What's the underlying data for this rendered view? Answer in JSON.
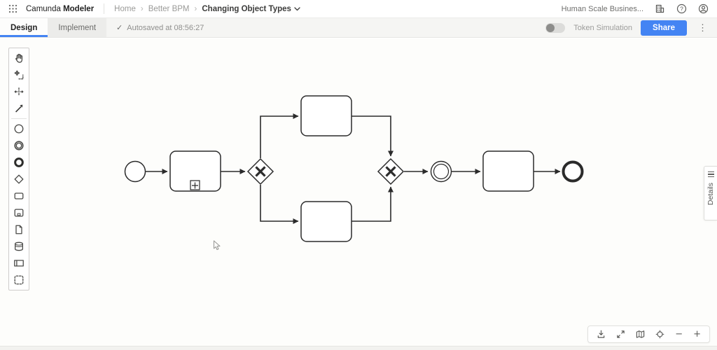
{
  "app": {
    "brand_prefix": "Camunda",
    "brand_suffix": "Modeler"
  },
  "breadcrumb": {
    "sep": "›",
    "items": [
      "Home",
      "Better BPM",
      "Changing Object Types"
    ]
  },
  "top_right": {
    "org": "Human Scale Busines...",
    "help_glyph": "?"
  },
  "tab_bar": {
    "design": "Design",
    "implement": "Implement",
    "autosave_check": "✓",
    "autosave": "Autosaved at 08:56:27",
    "token_simulation": "Token Simulation",
    "share": "Share",
    "kebab": "⋮"
  },
  "palette": {
    "tools": [
      "hand-tool",
      "lasso-tool",
      "space-tool",
      "global-connect-tool",
      "create-start-event",
      "create-intermediate-event",
      "create-end-event",
      "create-gateway",
      "create-task",
      "create-subprocess",
      "create-data-object",
      "create-data-store",
      "create-participant",
      "create-group"
    ]
  },
  "diagram": {
    "type": "bpmn",
    "elements": [
      "start-event",
      "collapsed-subprocess",
      "exclusive-gateway-split",
      "task-upper-branch",
      "task-lower-branch",
      "exclusive-gateway-join",
      "intermediate-event",
      "task",
      "end-event"
    ]
  },
  "details_panel": {
    "label": "Details"
  },
  "canvas_controls": {
    "zoom_out": "−",
    "zoom_in": "+"
  },
  "colors": {
    "accent": "#4484f3",
    "toggle_track": "#dcdcda",
    "toggle_knob": "#8d8d8b",
    "diagram_stroke": "#2b2b2b",
    "canvas_bg": "#fdfdfb"
  }
}
